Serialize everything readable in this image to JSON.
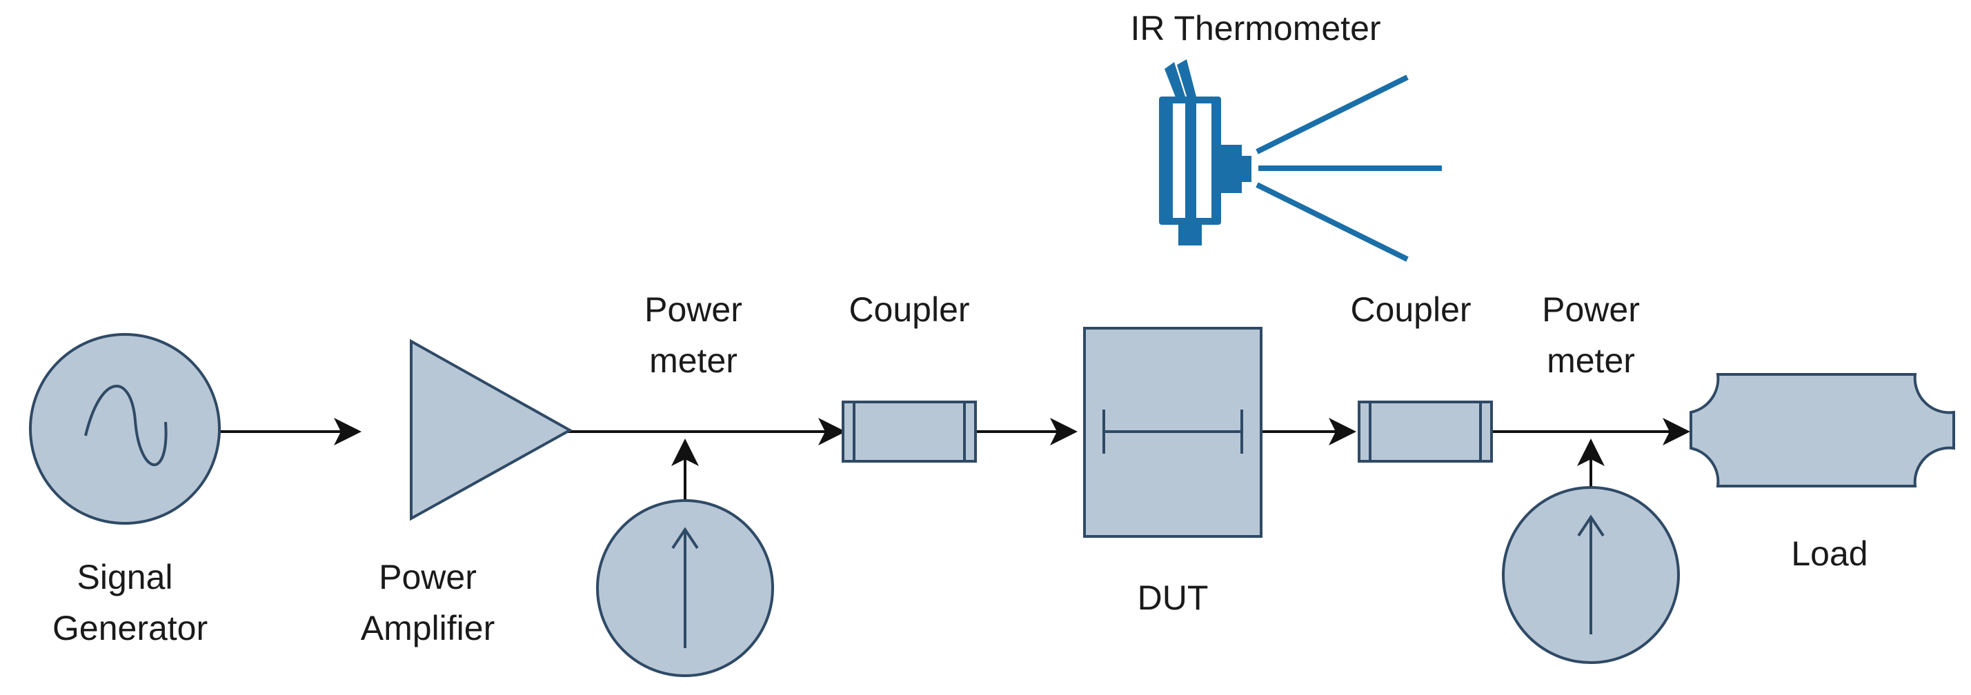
{
  "labels": {
    "signal_generator": [
      "Signal",
      "Generator"
    ],
    "power_amplifier": [
      "Power",
      "Amplifier"
    ],
    "power_meter_1": [
      "Power",
      "meter"
    ],
    "coupler_1": "Coupler",
    "dut": "DUT",
    "coupler_2": "Coupler",
    "power_meter_2": [
      "Power",
      "meter"
    ],
    "load": "Load",
    "ir_thermometer": "IR Thermometer"
  },
  "colors": {
    "component_fill": "#b8c7d6",
    "component_stroke": "#2f4a66",
    "wire": "#111111",
    "thermometer_blue": "#1a6fa8"
  },
  "icons": {
    "signal_generator": "sine-wave-icon",
    "power_meter": "up-arrow-icon",
    "ir_thermometer": "ir-thermometer-icon"
  }
}
